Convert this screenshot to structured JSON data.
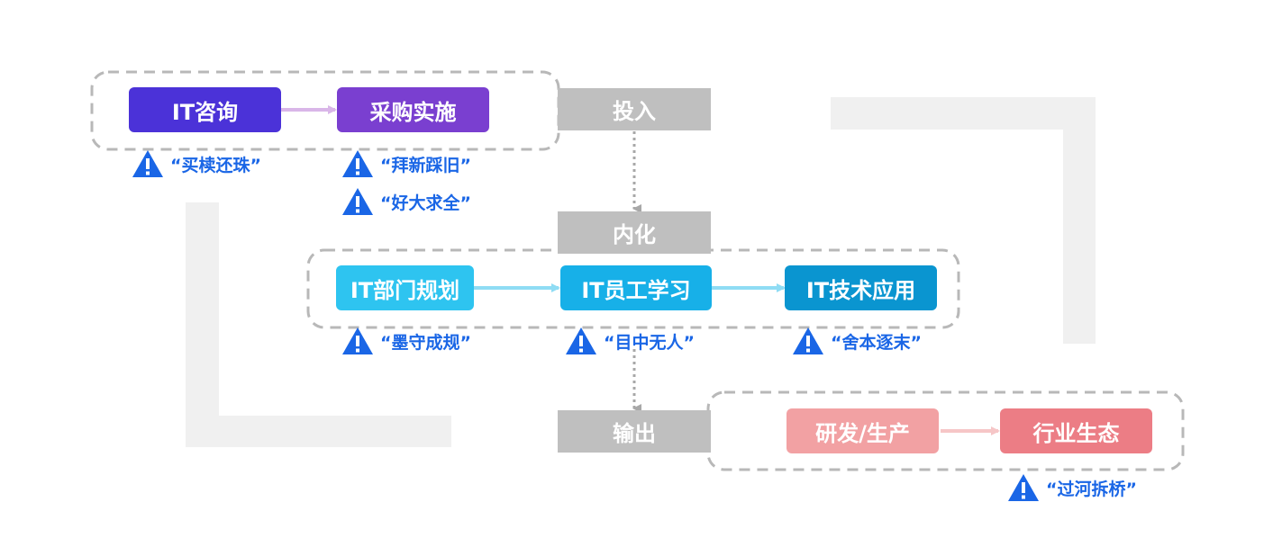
{
  "stages": {
    "input": "投入",
    "internalize": "内化",
    "output": "输出"
  },
  "groups": {
    "top": [
      {
        "id": "it-consulting",
        "label": "IT咨询",
        "color": "#4b32d8"
      },
      {
        "id": "procurement",
        "label": "采购实施",
        "color": "#7a3fd0"
      }
    ],
    "middle": [
      {
        "id": "it-dept-planning",
        "label": "IT部门规划",
        "color": "#2ec4f0"
      },
      {
        "id": "it-staff-learning",
        "label": "IT员工学习",
        "color": "#17b0e8"
      },
      {
        "id": "it-tech-application",
        "label": "IT技术应用",
        "color": "#0a95d0"
      }
    ],
    "bottom": [
      {
        "id": "rnd-production",
        "label": "研发/生产",
        "color": "#f2a1a3"
      },
      {
        "id": "industry-ecosystem",
        "label": "行业生态",
        "color": "#ec7d85"
      }
    ]
  },
  "warnings": {
    "w1": "“买椟还珠”",
    "w2": "“拜新踩旧”",
    "w3": "“好大求全”",
    "w4": "“墨守成规”",
    "w5": "“目中无人”",
    "w6": "“舍本逐末”",
    "w7": "“过河拆桥”"
  },
  "colors": {
    "warning_icon": "#1a66e6",
    "stage_gray": "#bfbfbf",
    "frame_gray": "#f0f0f0",
    "dashed_border": "#b8b8b8"
  },
  "icons": {
    "warning": "warning-triangle-icon"
  }
}
